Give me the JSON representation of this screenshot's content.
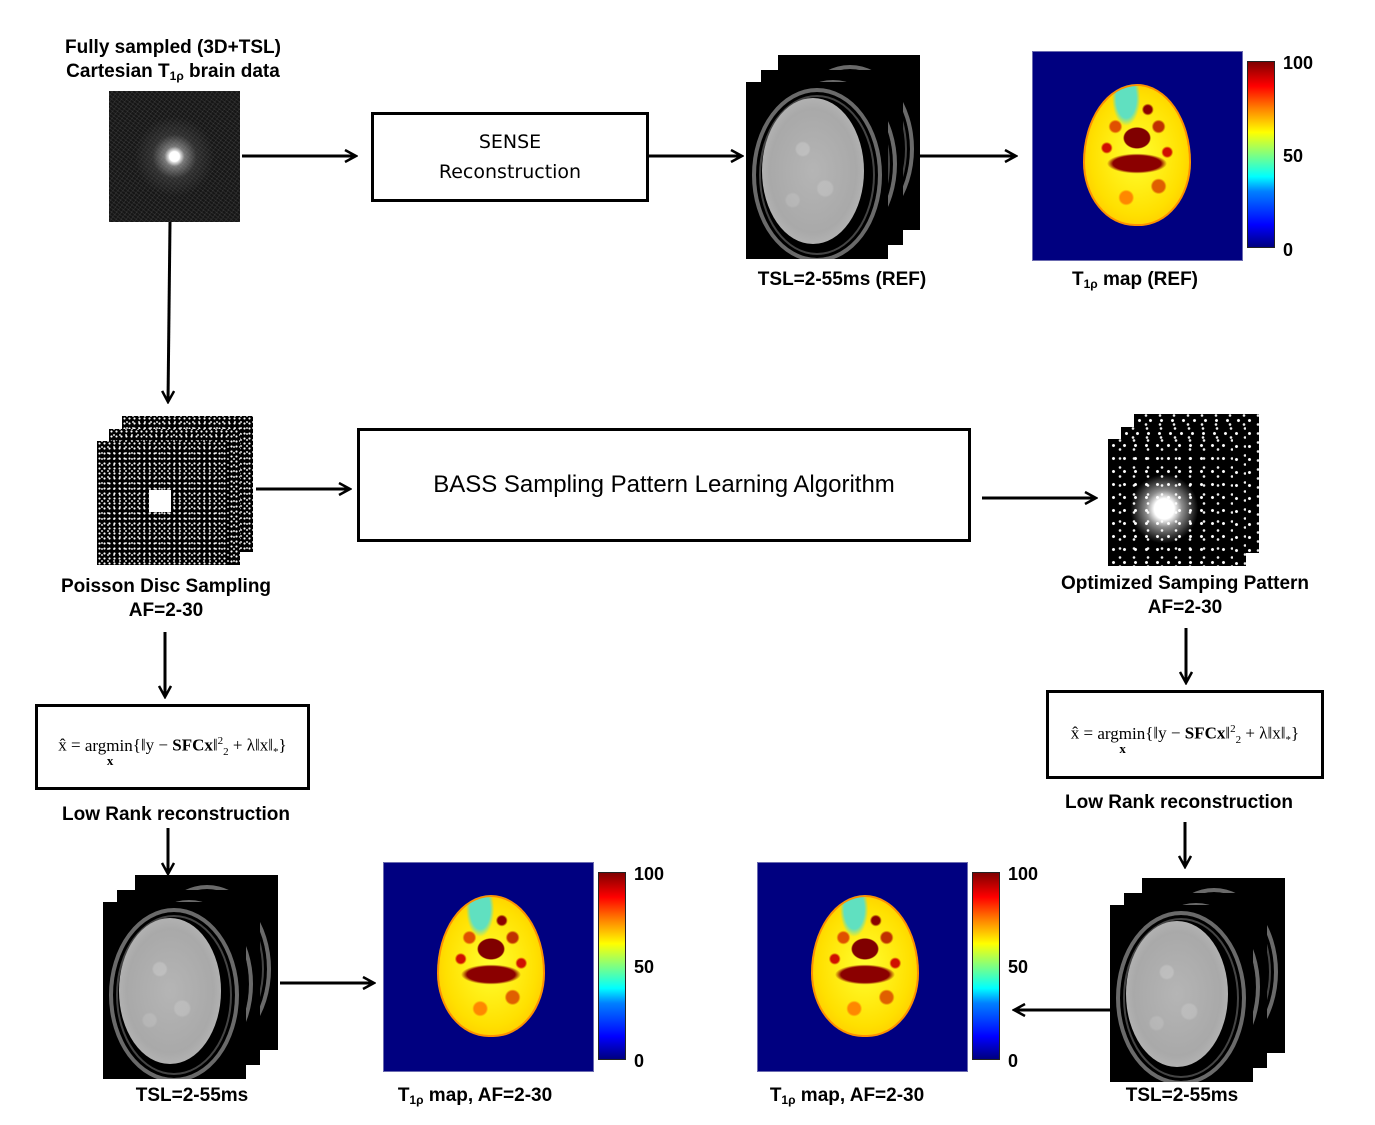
{
  "nodes": {
    "input": {
      "title_line1": "Fully sampled (3D+TSL)",
      "title_line2_pre": "Cartesian T",
      "title_line2_sub": "1ρ",
      "title_line2_post": " brain data",
      "image": "k-space-image"
    },
    "sense_box": {
      "line1": "SENSE",
      "line2": "Reconstruction"
    },
    "ref_images": {
      "label": "TSL=2-55ms (REF)",
      "image": "mri-image-stack"
    },
    "ref_map": {
      "label_pre": "T",
      "label_sub": "1ρ",
      "label_post": " map (REF)",
      "image": "t1rho-map"
    },
    "poisson": {
      "label_line1": "Poisson Disc Sampling",
      "label_line2": "AF=2-30",
      "image": "sampling-mask-stack"
    },
    "bass_box": {
      "label": "BASS Sampling Pattern Learning Algorithm"
    },
    "optimized": {
      "label_line1": "Optimized Samping Pattern",
      "label_line2": "AF=2-30",
      "image": "sampling-mask-stack"
    },
    "lowrank_left": {
      "equation": {
        "lhs": "x̂ = ",
        "op": "argmin",
        "op_under": "x",
        "body_open": "{‖y − ",
        "bold_term": "SFCx",
        "norm_close": "‖",
        "sup": "2",
        "sub": "2",
        "reg": " + λ‖x‖",
        "reg_sub": "*",
        "close": "}"
      },
      "label": "Low Rank reconstruction"
    },
    "lowrank_right": {
      "equation": {
        "lhs": "x̂ = ",
        "op": "argmin",
        "op_under": "x",
        "body_open": "{‖y − ",
        "bold_term": "SFCx",
        "norm_close": "‖",
        "sup": "2",
        "sub": "2",
        "reg": " + λ‖x‖",
        "reg_sub": "*",
        "close": "}"
      },
      "label": "Low Rank reconstruction"
    },
    "recon_left": {
      "label": "TSL=2-55ms",
      "image": "mri-image-stack"
    },
    "map_left": {
      "label_pre": "T",
      "label_sub": "1ρ",
      "label_post": " map, AF=2-30",
      "image": "t1rho-map"
    },
    "map_right": {
      "label_pre": "T",
      "label_sub": "1ρ",
      "label_post": " map, AF=2-30",
      "image": "t1rho-map"
    },
    "recon_right": {
      "label": "TSL=2-55ms",
      "image": "mri-image-stack"
    }
  },
  "colorbar": {
    "colormap": "jet",
    "range": [
      0,
      100
    ],
    "ticks": [
      "100",
      "50",
      "0"
    ]
  },
  "edges": [
    {
      "from": "input",
      "to": "sense_box"
    },
    {
      "from": "sense_box",
      "to": "ref_images"
    },
    {
      "from": "ref_images",
      "to": "ref_map"
    },
    {
      "from": "input",
      "to": "poisson"
    },
    {
      "from": "poisson",
      "to": "bass_box"
    },
    {
      "from": "bass_box",
      "to": "optimized"
    },
    {
      "from": "poisson",
      "to": "lowrank_left"
    },
    {
      "from": "lowrank_left",
      "to": "recon_left"
    },
    {
      "from": "recon_left",
      "to": "map_left"
    },
    {
      "from": "optimized",
      "to": "lowrank_right"
    },
    {
      "from": "lowrank_right",
      "to": "recon_right"
    },
    {
      "from": "recon_right",
      "to": "map_right"
    }
  ]
}
